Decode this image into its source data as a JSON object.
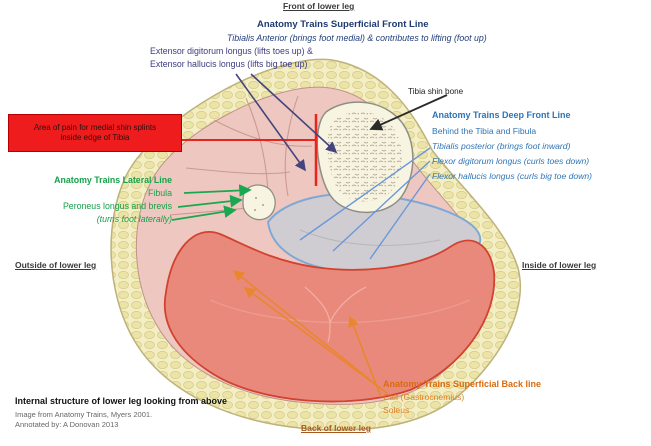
{
  "palette": {
    "highlight_red": "#ee1c1c",
    "front_line_navy": "#1f3a70",
    "deep_front_blue": "#2e74b5",
    "lateral_green": "#17a04a",
    "back_line_orange": "#d96b10",
    "fat_ring_yellow": "#f3eec3",
    "muscle_pink": "#eec8c0",
    "calf_salmon": "#e8897c",
    "bone_cream": "#f8f4e2",
    "deep_compartment_gray": "#d0cdd2"
  },
  "orientation_labels": {
    "front": "Front of lower leg",
    "outside": "Outside of lower leg",
    "inside": "Inside of lower leg",
    "back": "Back of lower leg"
  },
  "tibia_label": "Tibia shin bone",
  "superficial_front_line": {
    "heading": "Anatomy Trains Superficial Front Line",
    "tibialis": "Tibialis Anterior (brings foot medial) & contributes to lifting (foot up)",
    "extensor1": "Extensor digitorum longus (lifts toes up) &",
    "extensor2": "Extensor hallucis longus (lifts big toe up)"
  },
  "deep_front_line": {
    "heading": "Anatomy Trains Deep Front Line",
    "sub": "Behind the Tibia and Fibula",
    "m1": "Tibialis posterior (brings foot inward)",
    "m2": "Flexor digitorum longus (curls toes down)",
    "m3": "Flexor hallucis longus (curls big toe down)"
  },
  "lateral_line": {
    "heading": "Anatomy Trains Lateral Line",
    "bone": "Fibula",
    "muscles": "Peroneus longus and brevis",
    "action": "(turns foot laterally)"
  },
  "back_line": {
    "heading": "Anatomy Trains Superficial Back line",
    "m1": "Calf (Gastrocnemius)",
    "m2": "Soleus"
  },
  "shin_splint_box": {
    "line1": "Area of pain for medial shin splints",
    "line2": "inside edge of Tibia"
  },
  "caption": {
    "title": "Internal structure of lower leg looking from above",
    "credit1": "Image from Anatomy Trains, Myers 2001.",
    "credit2": "Annotated by: A Donovan 2013"
  }
}
